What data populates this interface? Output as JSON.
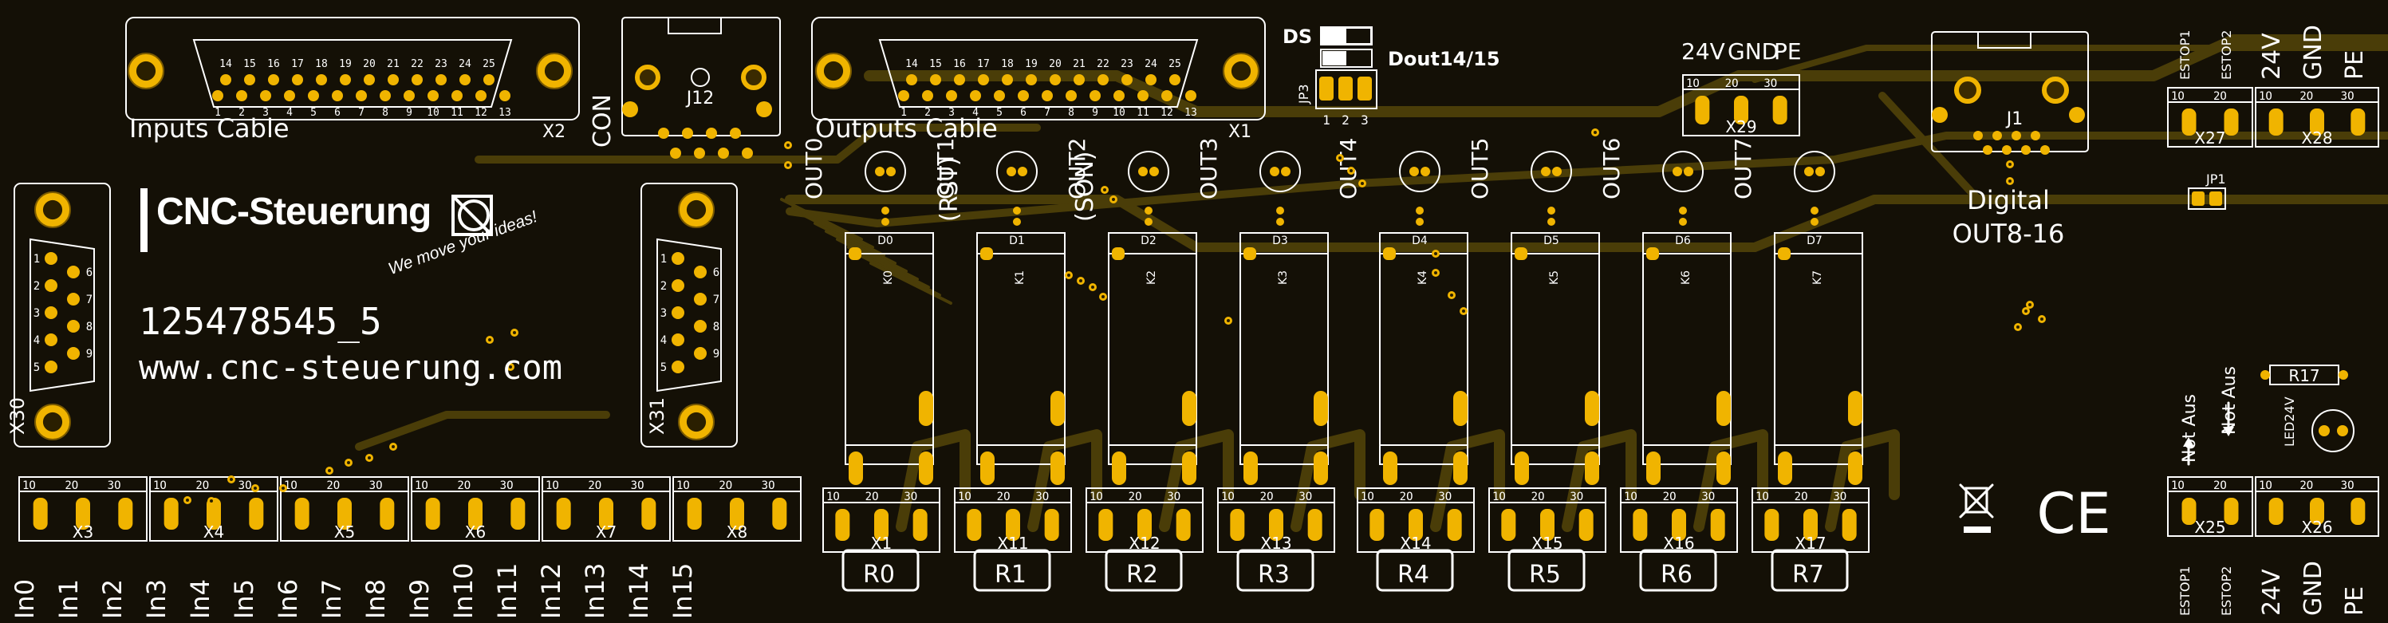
{
  "board": {
    "colors": {
      "substrate": "#141006",
      "copper": "#4a3d08",
      "pad": "#f0b400",
      "pad_dark": "#a87c00",
      "silk": "#ffffff"
    },
    "brand": {
      "name": "CNC-Steuerung",
      "tagline": "We move your ideas!"
    },
    "serial": "125478545_5",
    "url": "www.cnc-steuerung.com",
    "inputs_cable": {
      "label": "Inputs Cable",
      "ref": "X2",
      "top_pins": [
        "14",
        "15",
        "16",
        "17",
        "18",
        "19",
        "20",
        "21",
        "22",
        "23",
        "24",
        "25"
      ],
      "bottom_pins": [
        "1",
        "2",
        "3",
        "4",
        "5",
        "6",
        "7",
        "8",
        "9",
        "10",
        "11",
        "12",
        "13"
      ]
    },
    "outputs_cable": {
      "label": "Outputs Cable",
      "ref": "X1",
      "top_pins": [
        "14",
        "15",
        "16",
        "17",
        "18",
        "19",
        "20",
        "21",
        "22",
        "23",
        "24",
        "25"
      ],
      "bottom_pins": [
        "1",
        "2",
        "3",
        "4",
        "5",
        "6",
        "7",
        "8",
        "9",
        "10",
        "11",
        "12",
        "13"
      ]
    },
    "con": {
      "label": "CON",
      "ref": "J12"
    },
    "x30": {
      "ref": "X30",
      "pins_left": [
        "5",
        "4",
        "3",
        "2",
        "1"
      ],
      "pins_right": [
        "9",
        "8",
        "7",
        "6"
      ]
    },
    "x31": {
      "ref": "X31",
      "pins_left": [
        "5",
        "4",
        "3",
        "2",
        "1"
      ],
      "pins_right": [
        "9",
        "8",
        "7",
        "6"
      ]
    },
    "jp3": {
      "ref": "JP3",
      "ds": "DS",
      "dout": "Dout14/15",
      "pins": [
        "1",
        "2",
        "3"
      ]
    },
    "x29": {
      "ref": "X29",
      "labels": [
        "24V",
        "GND",
        "PE"
      ],
      "pins": [
        "1O",
        "2O",
        "3O"
      ]
    },
    "digital": {
      "ref": "J1",
      "label1": "Digital",
      "label2": "OUT8-16"
    },
    "x27": {
      "ref": "X27",
      "labels": [
        "ESTOP1",
        "ESTOP2"
      ],
      "pins": [
        "1O",
        "2O"
      ]
    },
    "x28": {
      "ref": "X28",
      "labels": [
        "24V",
        "GND",
        "PE"
      ]
    },
    "jp1": {
      "ref": "JP1"
    },
    "r17": {
      "ref": "R17",
      "led": "LED24V"
    },
    "notaus": [
      "Not Aus",
      "Not Aus"
    ],
    "x25": {
      "ref": "X25",
      "labels": [
        "ESTOP1",
        "ESTOP2"
      ],
      "pins": [
        "1O",
        "2O"
      ]
    },
    "x26": {
      "ref": "X26",
      "labels": [
        "24V",
        "GND",
        "PE"
      ]
    },
    "outputs": [
      {
        "out": "OUT0",
        "note": "(RST)",
        "d": "D0",
        "k": "K0",
        "r": "R0",
        "x": "X1"
      },
      {
        "out": "OUT1",
        "note": "(SON)",
        "d": "D1",
        "k": "K1",
        "r": "R1",
        "x": "X11"
      },
      {
        "out": "OUT2",
        "note": "",
        "d": "D2",
        "k": "K2",
        "r": "R2",
        "x": "X12"
      },
      {
        "out": "OUT3",
        "note": "",
        "d": "D3",
        "k": "K3",
        "r": "R3",
        "x": "X13"
      },
      {
        "out": "OUT4",
        "note": "",
        "d": "D4",
        "k": "K4",
        "r": "R4",
        "x": "X14"
      },
      {
        "out": "OUT5",
        "note": "",
        "d": "D5",
        "k": "K5",
        "r": "R5",
        "x": "X15"
      },
      {
        "out": "OUT6",
        "note": "",
        "d": "D6",
        "k": "K6",
        "r": "R6",
        "x": "X16"
      },
      {
        "out": "OUT7",
        "note": "",
        "d": "D7",
        "k": "K7",
        "r": "R7",
        "x": "X17"
      }
    ],
    "input_blocks": [
      "X3",
      "X4",
      "X5",
      "X6",
      "X7",
      "X8"
    ],
    "input_block_pins": [
      "1O",
      "2O",
      "3O"
    ],
    "inputs": [
      "In0",
      "In1",
      "In2",
      "In3",
      "In4",
      "In5",
      "In6",
      "In7",
      "In8",
      "In9",
      "In10",
      "In11",
      "In12",
      "In13",
      "In14",
      "In15"
    ],
    "marks": {
      "ce": "CE"
    }
  }
}
